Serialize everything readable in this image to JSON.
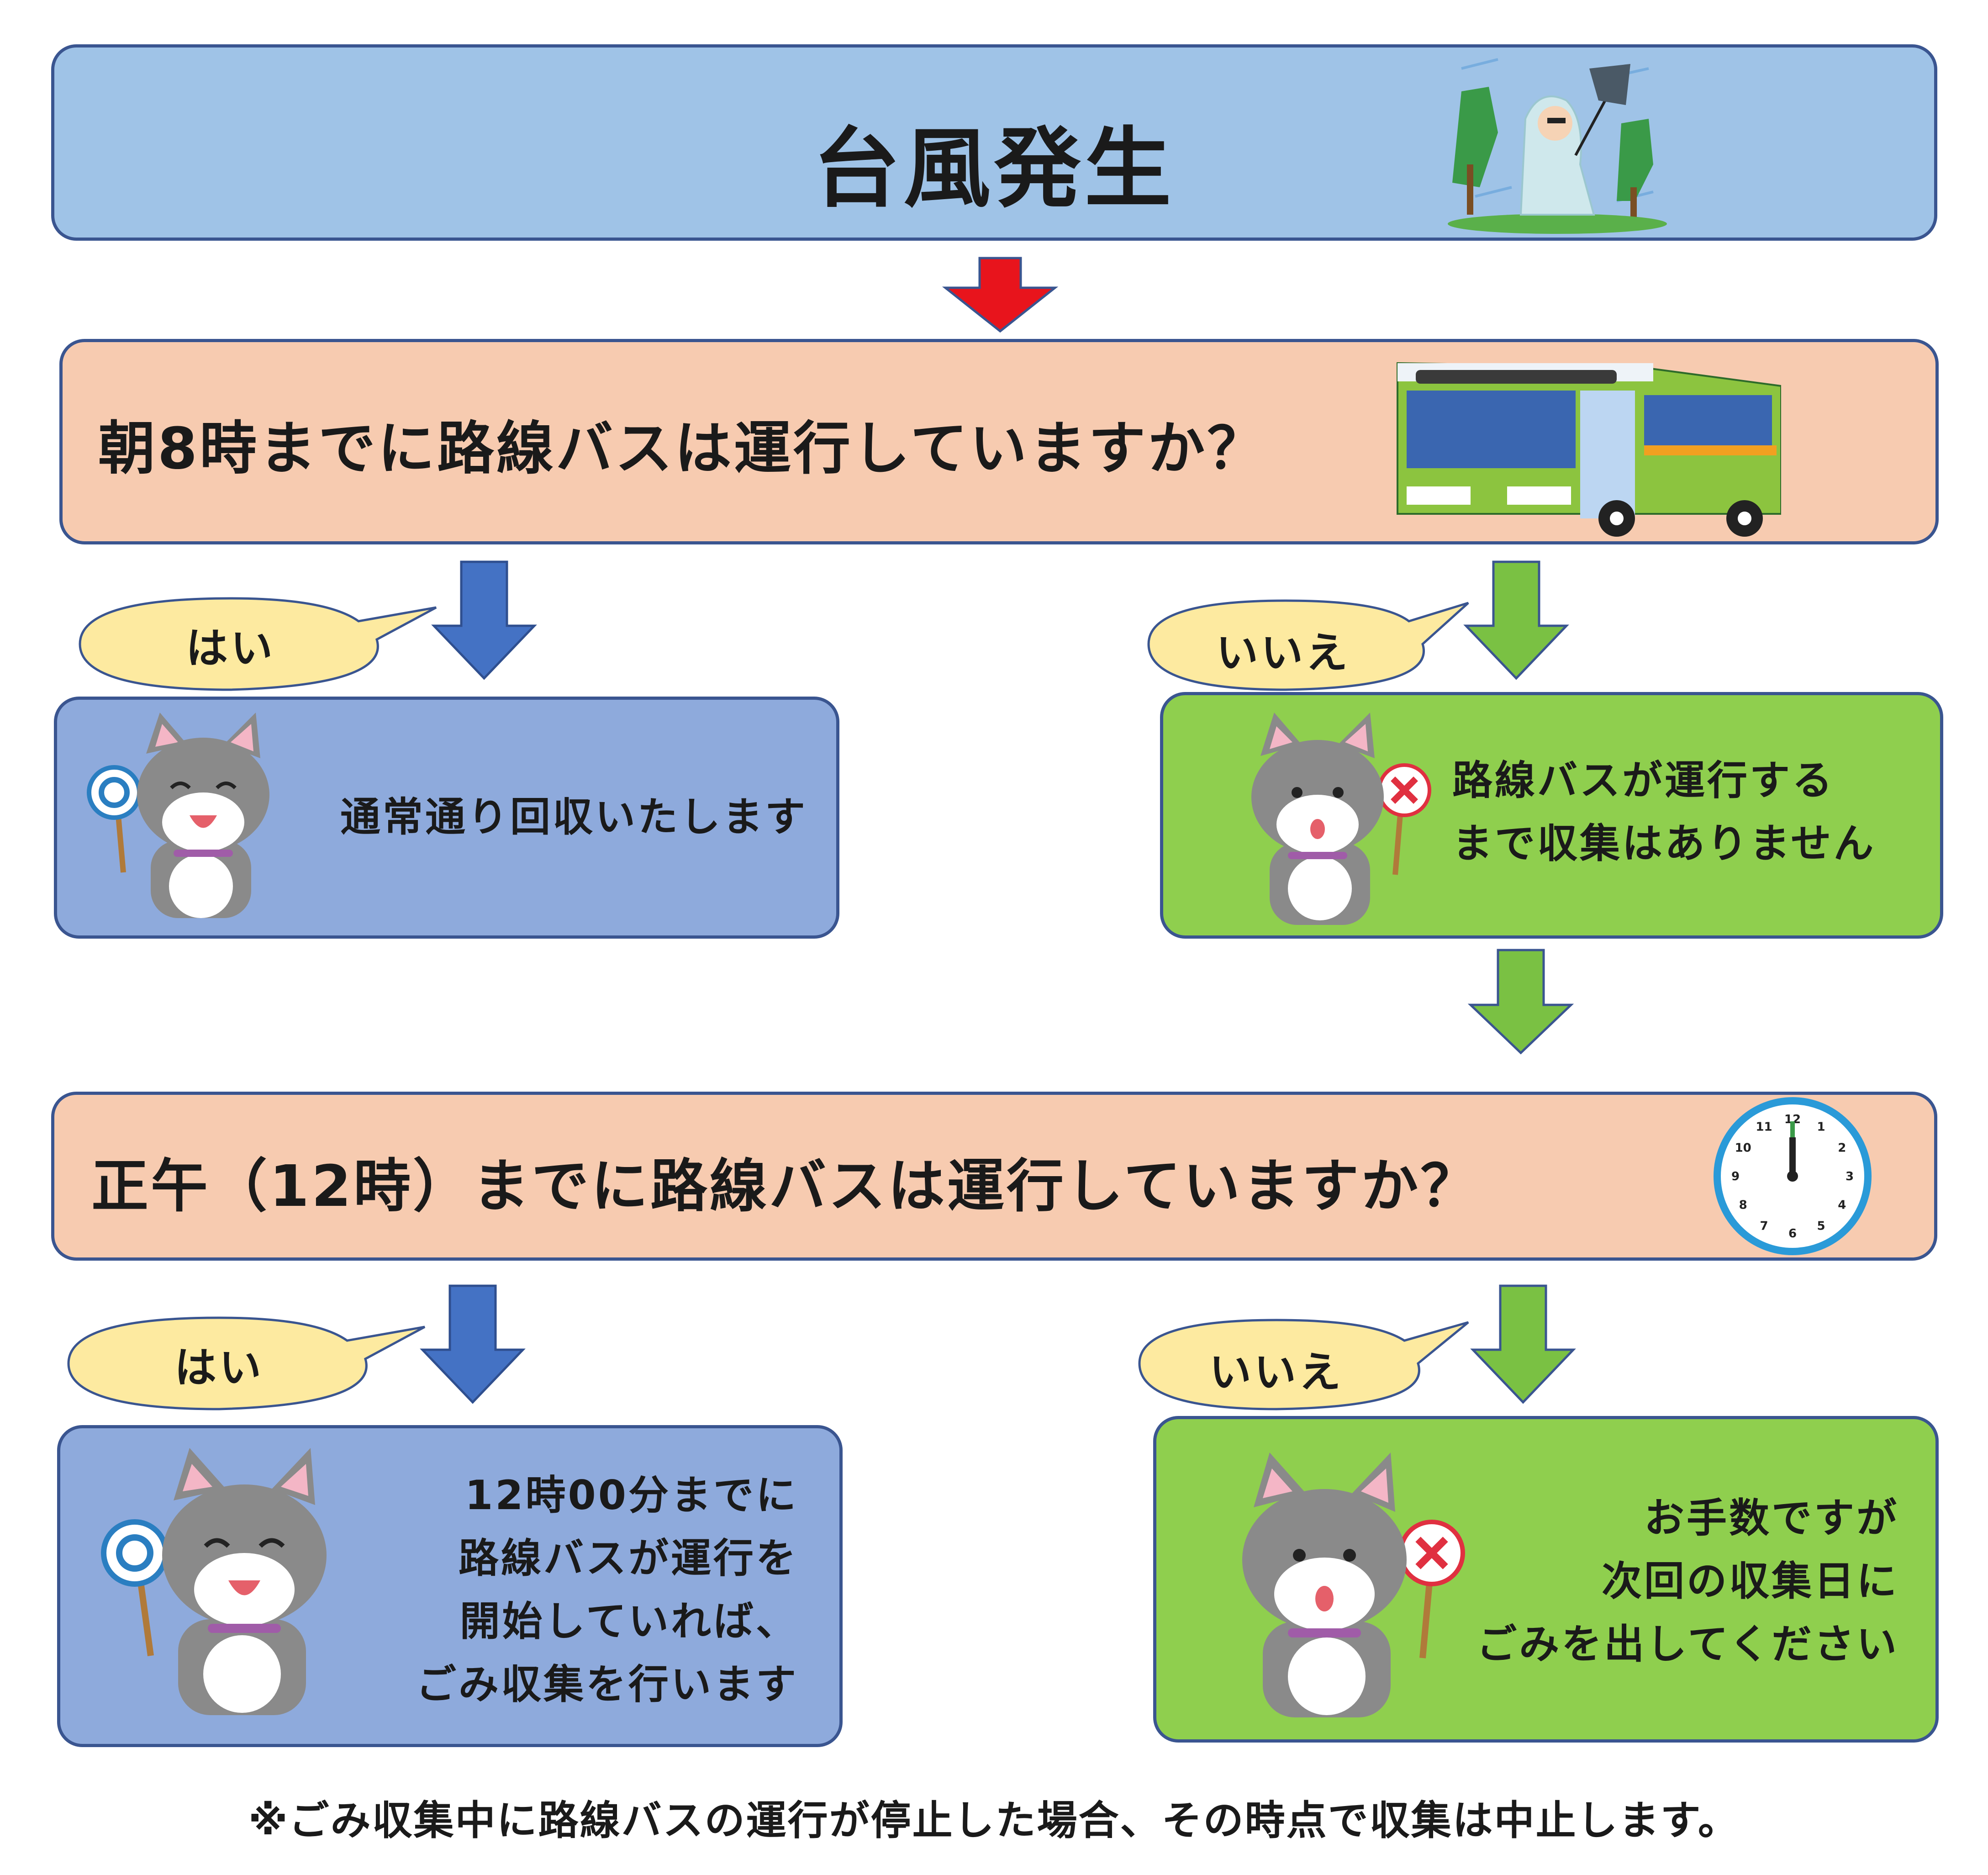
{
  "title": "台風発生",
  "question1": "朝8時までに路線バスは運行していますか？",
  "question2": "正午（12時）までに路線バスは運行していますか？",
  "branch1": {
    "yes_label": "はい",
    "no_label": "いいえ",
    "yes_result": [
      "通常通り回収いたします"
    ],
    "no_result": [
      "路線バスが運行する",
      "まで収集はありません"
    ]
  },
  "branch2": {
    "yes_label": "はい",
    "no_label": "いいえ",
    "yes_result": [
      "12時00分までに",
      "路線バスが運行を",
      "開始していれば、",
      "ごみ収集を行います"
    ],
    "no_result": [
      "お手数ですが",
      "次回の収集日に",
      "ごみを出してください"
    ]
  },
  "clock_numbers": [
    "12",
    "1",
    "2",
    "3",
    "4",
    "5",
    "6",
    "7",
    "8",
    "9",
    "10",
    "11"
  ],
  "note": "※ごみ収集中に路線バスの運行が停止した場合、その時点で収集は中止します。",
  "colors": {
    "title_bg": "#9fc3e7",
    "question_bg": "#f7cbb0",
    "yes_bg": "#8eaadc",
    "no_bg": "#8fcf4e",
    "bubble_bg": "#fdeaa0",
    "red_arrow": "#e8141c",
    "blue_arrow": "#4472c4",
    "green_arrow": "#7ac143",
    "border": "#3a5590"
  },
  "icons": [
    "typhoon-person-icon",
    "bus-icon",
    "clock-icon",
    "cat-ok-icon",
    "cat-ng-icon"
  ]
}
